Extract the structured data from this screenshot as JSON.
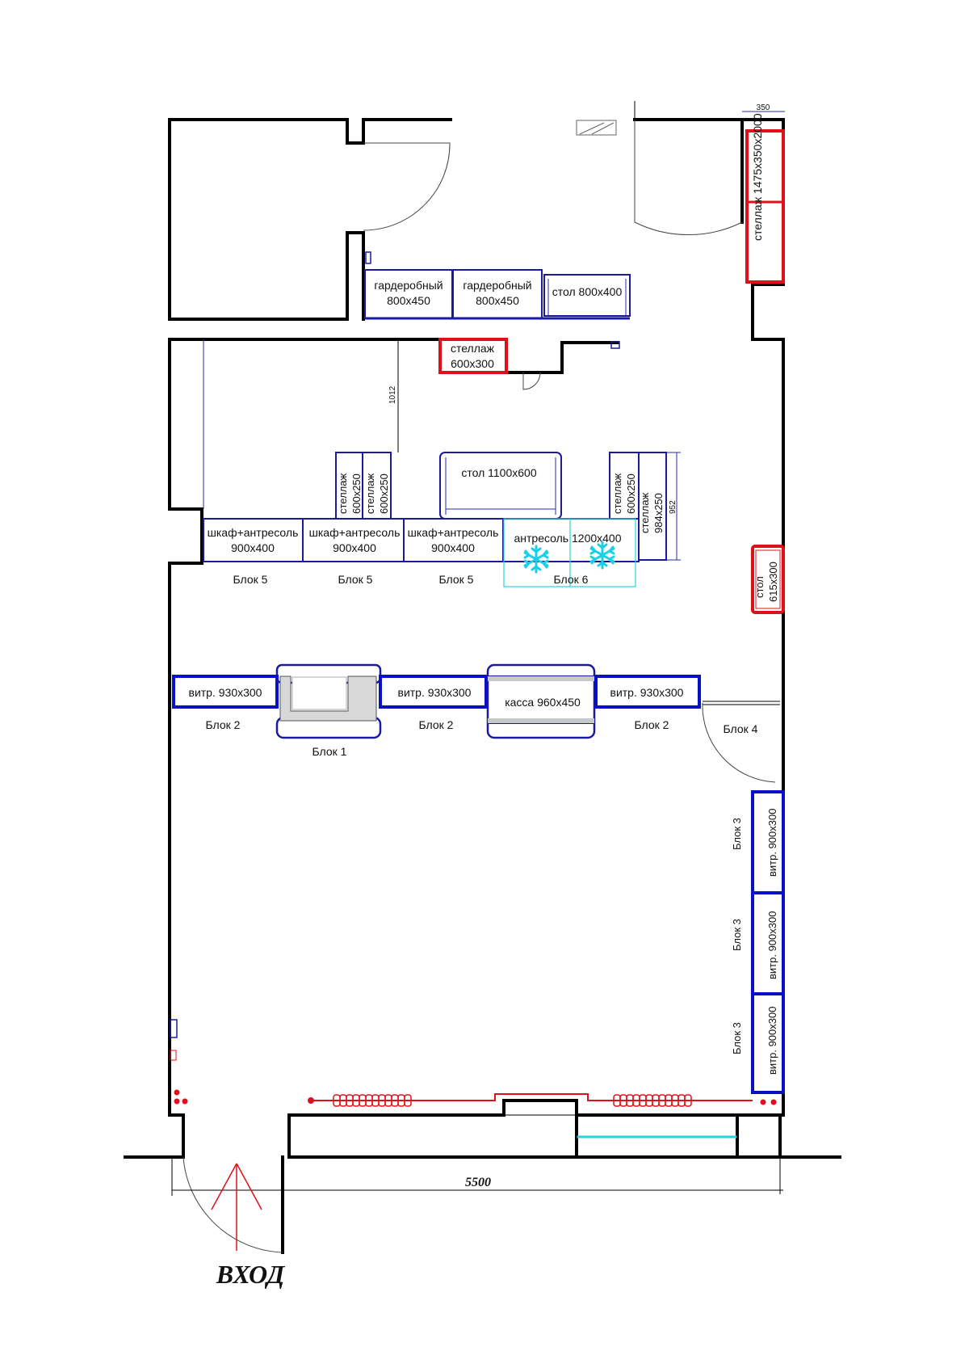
{
  "furniture": {
    "garderob1": {
      "line1": "гардеробный",
      "line2": "800х450"
    },
    "garderob2": {
      "line1": "гардеробный",
      "line2": "800х450"
    },
    "stol_top": "стол 800х400",
    "stellazh_600x300": {
      "line1": "стеллаж",
      "line2": "600х300"
    },
    "stellazh_right_top": "стеллаж 1475х350х2000",
    "stellazh_a": {
      "line1": "стеллаж",
      "line2": "600х250"
    },
    "stellazh_b": {
      "line1": "стеллаж",
      "line2": "600х250"
    },
    "stol_1100": "стол 1100х600",
    "stellazh_c": {
      "line1": "стеллаж",
      "line2": "600х250"
    },
    "stellazh_d": {
      "line1": "стеллаж",
      "line2": "984х250"
    },
    "shkaf": [
      {
        "line1": "шкаф+антресоль",
        "line2": "900х400"
      },
      {
        "line1": "шкаф+антресоль",
        "line2": "900х400"
      },
      {
        "line1": "шкаф+антресоль",
        "line2": "900х400"
      }
    ],
    "antresol": "антресоль 1200х400",
    "stol_615": {
      "line1": "стол",
      "line2": "615х300"
    },
    "vitr_row": [
      "витр. 930х300",
      "витр. 930х300",
      "витр. 930х300"
    ],
    "kassa": "касса 960х450",
    "vitr_col": [
      "витр. 900х300",
      "витр. 900х300",
      "витр. 900х300"
    ]
  },
  "blocks": {
    "blok5": [
      "Блок 5",
      "Блок 5",
      "Блок 5"
    ],
    "blok6": "Блок 6",
    "blok2": [
      "Блок 2",
      "Блок 2",
      "Блок 2"
    ],
    "blok1": "Блок 1",
    "blok4": "Блок 4",
    "blok3": [
      "Блок 3",
      "Блок 3",
      "Блок 3"
    ]
  },
  "dimensions": {
    "d350": "350",
    "d1012": "1012",
    "d952": "952",
    "d5500": "5500"
  },
  "entrance": "ВХОД",
  "colors": {
    "wall": "#000000",
    "blue": "#1a1aa0",
    "red": "#e0101a",
    "cyan": "#2ad0e0"
  },
  "icons": [
    "snowflake-icon",
    "arrow-up-icon",
    "radiator-icon"
  ]
}
